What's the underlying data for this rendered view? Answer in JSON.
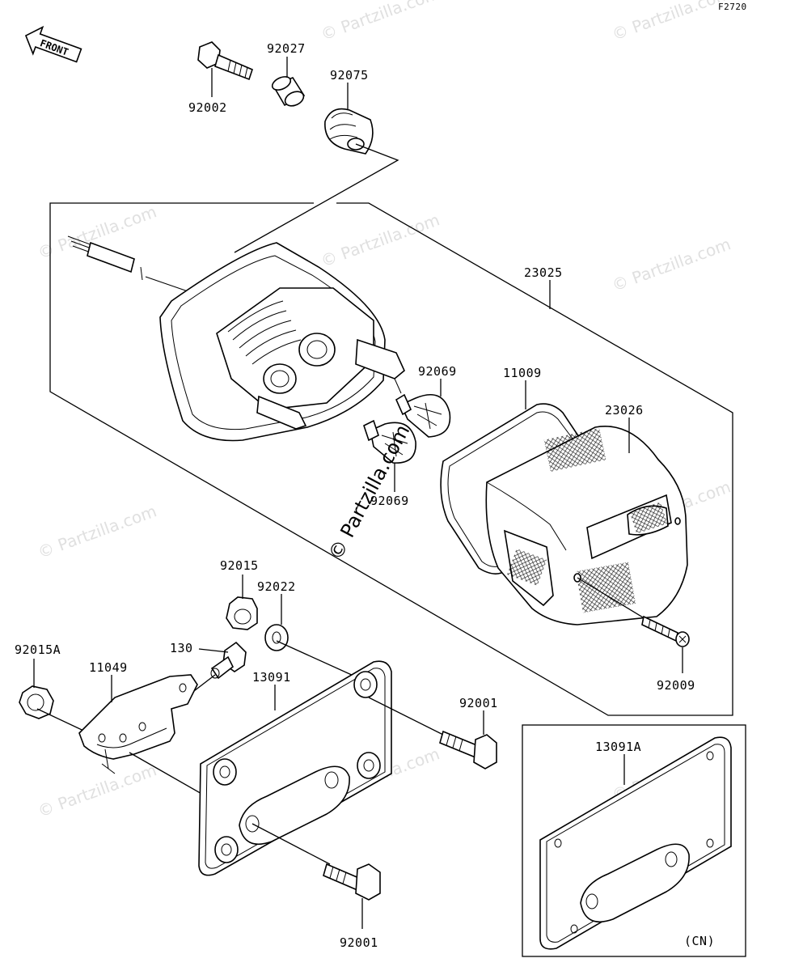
{
  "figure_code": "F2720",
  "front_arrow_text": "FRONT",
  "watermark_text": "© Partzilla.com",
  "center_watermark_text": "© Partzilla.com",
  "inset_note": "(CN)",
  "part_labels": [
    {
      "id": "92002",
      "text": "92002"
    },
    {
      "id": "92027",
      "text": "92027"
    },
    {
      "id": "92075",
      "text": "92075"
    },
    {
      "id": "23025",
      "text": "23025"
    },
    {
      "id": "92069-a",
      "text": "92069"
    },
    {
      "id": "11009",
      "text": "11009"
    },
    {
      "id": "23026",
      "text": "23026"
    },
    {
      "id": "92069-b",
      "text": "92069"
    },
    {
      "id": "92015",
      "text": "92015"
    },
    {
      "id": "92022",
      "text": "92022"
    },
    {
      "id": "130",
      "text": "130"
    },
    {
      "id": "92015A",
      "text": "92015A"
    },
    {
      "id": "11049",
      "text": "11049"
    },
    {
      "id": "13091",
      "text": "13091"
    },
    {
      "id": "92001-a",
      "text": "92001"
    },
    {
      "id": "92009",
      "text": "92009"
    },
    {
      "id": "13091A",
      "text": "13091A"
    },
    {
      "id": "92001-b",
      "text": "92001"
    }
  ]
}
